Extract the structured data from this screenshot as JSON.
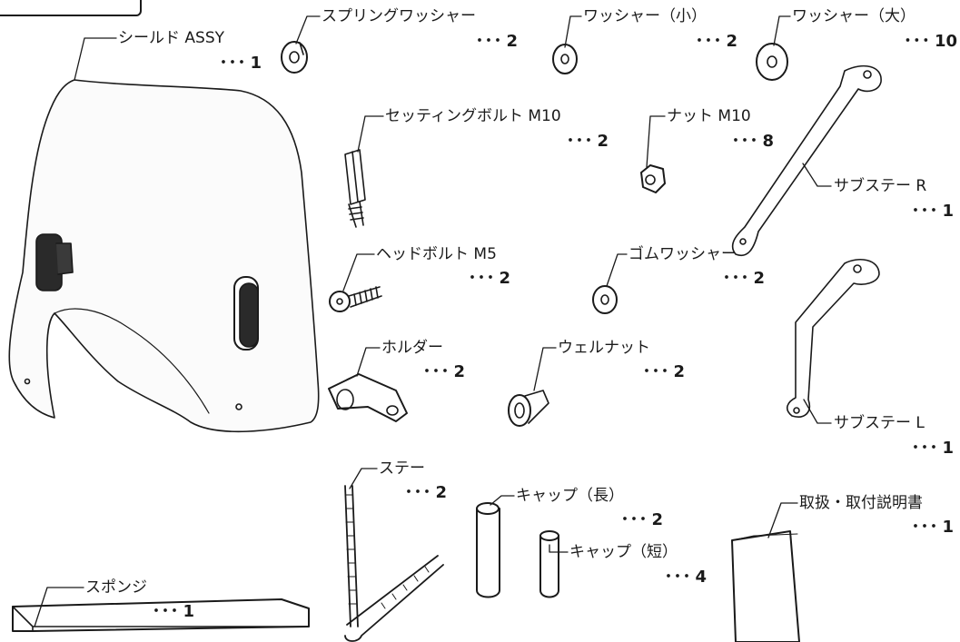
{
  "parts": {
    "shield": {
      "name": "シールド ASSY",
      "qty": "1"
    },
    "spring_washer": {
      "name": "スプリングワッシャー",
      "qty": "2"
    },
    "washer_small": {
      "name": "ワッシャー（小）",
      "qty": "2"
    },
    "washer_large": {
      "name": "ワッシャー（大）",
      "qty": "10"
    },
    "setting_bolt": {
      "name": "セッティングボルト M10",
      "qty": "2"
    },
    "nut": {
      "name": "ナット M10",
      "qty": "8"
    },
    "substay_r": {
      "name": "サブステー R",
      "qty": "1"
    },
    "head_bolt": {
      "name": "ヘッドボルト M5",
      "qty": "2"
    },
    "rubber_washer": {
      "name": "ゴムワッシャー",
      "qty": "2"
    },
    "substay_l": {
      "name": "サブステー L",
      "qty": "1"
    },
    "holder": {
      "name": "ホルダー",
      "qty": "2"
    },
    "well_nut": {
      "name": "ウェルナット",
      "qty": "2"
    },
    "stay": {
      "name": "ステー",
      "qty": "2"
    },
    "cap_long": {
      "name": "キャップ（長）",
      "qty": "2"
    },
    "cap_short": {
      "name": "キャップ（短）",
      "qty": "4"
    },
    "manual": {
      "name": "取扱・取付説明書",
      "qty": "1"
    },
    "sponge": {
      "name": "スポンジ",
      "qty": "1"
    }
  },
  "qty_prefix": "･･･"
}
